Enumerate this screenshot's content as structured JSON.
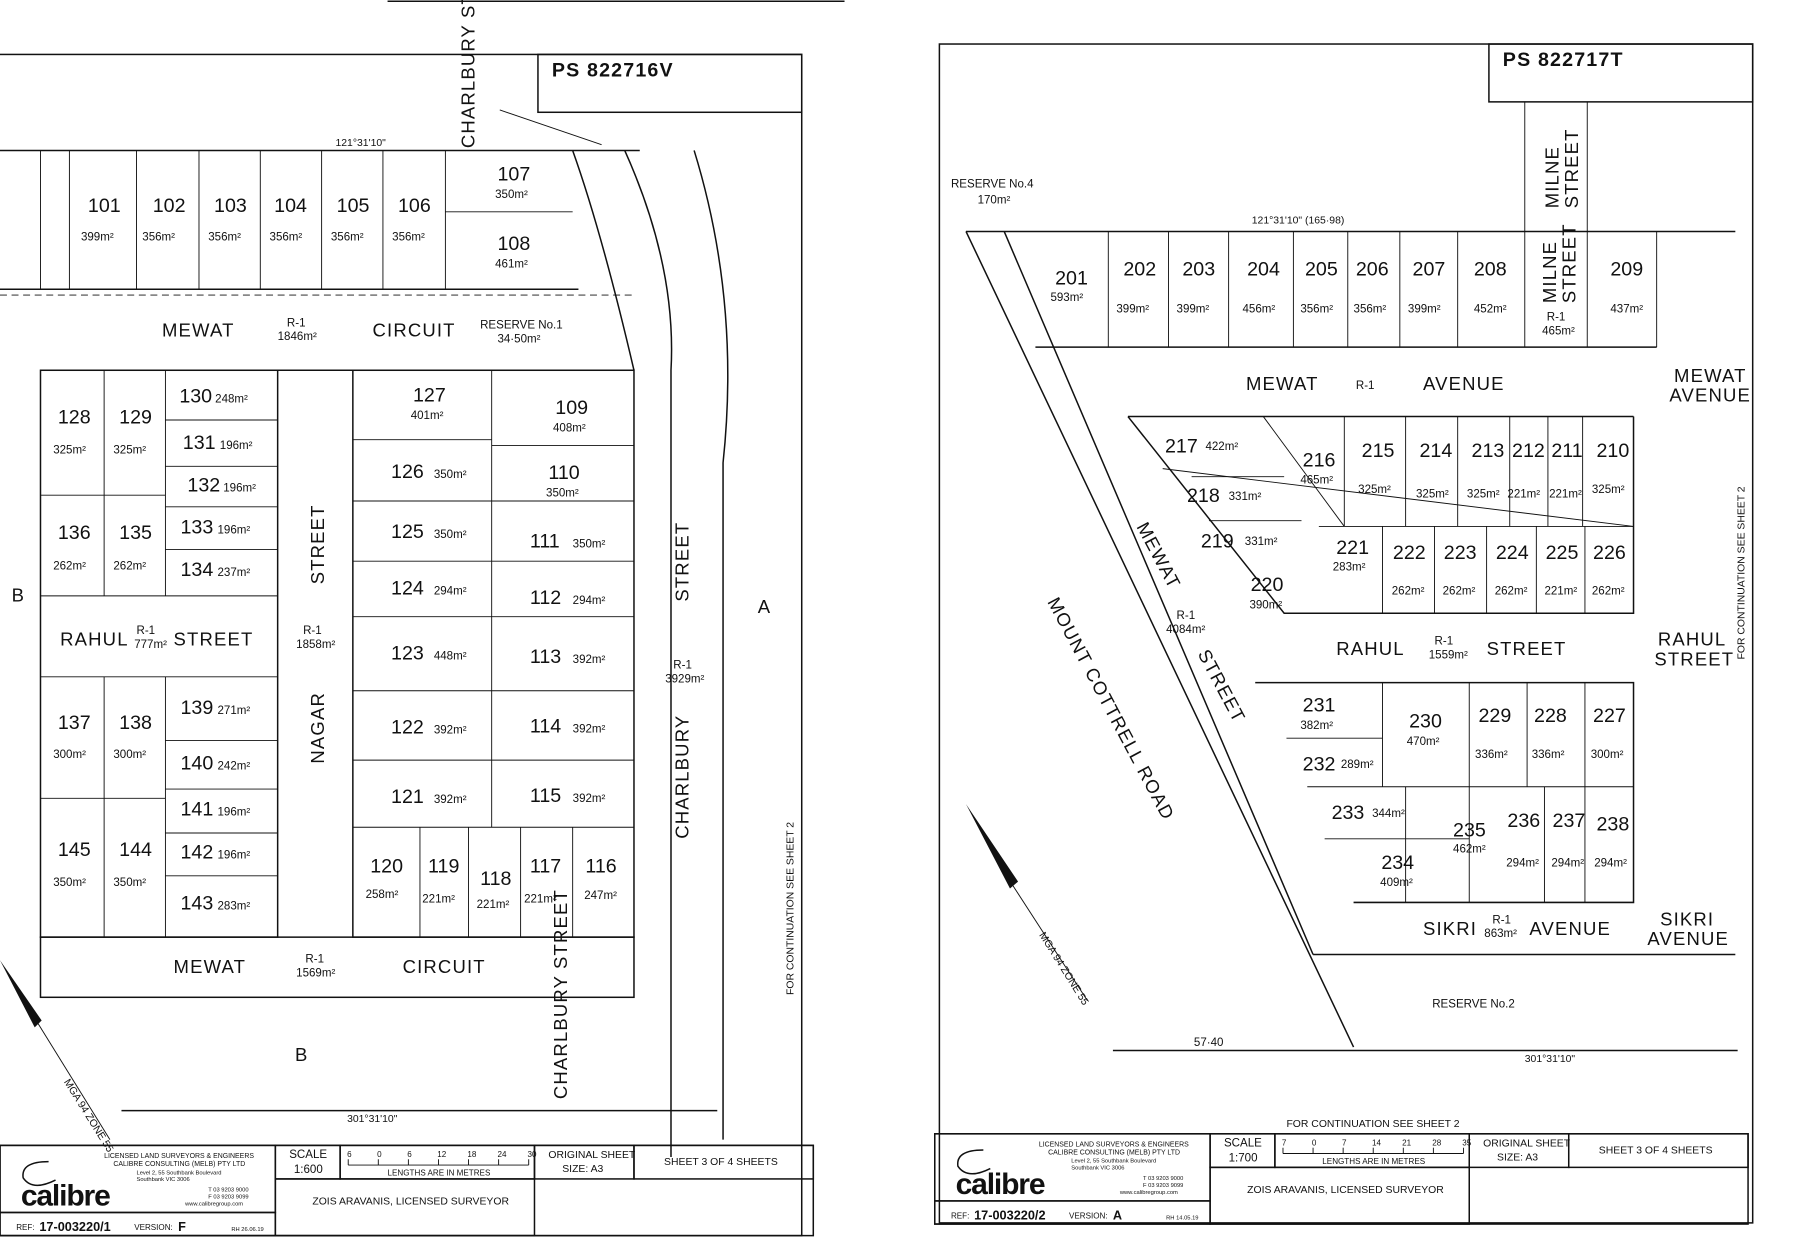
{
  "sheets": [
    {
      "plan_number": "PS 822716V",
      "bearing_top": "121°31'10\"",
      "bearing_bottom": "301°31'10\"",
      "continuation": "FOR CONTINUATION SEE SHEET 2",
      "streets": {
        "charlbury_top": "CHARLBURY STREET",
        "mewat_1": "MEWAT",
        "mewat_2": "CIRCUIT",
        "mewat_reserve": "R-1",
        "mewat_reserve_area": "1846m²",
        "reserve_1": "RESERVE No.1",
        "reserve_1_area": "34·50m²",
        "rahul_1": "RAHUL",
        "rahul_r": "R-1",
        "rahul_area": "777m²",
        "rahul_2": "STREET",
        "nagar_1": "STREET",
        "nagar_2": "NAGAR",
        "nagar_r": "R-1",
        "nagar_area": "1858m²",
        "charlbury_right": "STREET",
        "charlbury_right_2": "CHARLBURY",
        "charlbury_r": "R-1",
        "charlbury_area": "3929m²",
        "mewat_b1": "MEWAT",
        "mewat_b2": "CIRCUIT",
        "mewat_b_r": "R-1",
        "mewat_b_area": "1569m²",
        "charlbury_bottom": "CHARLBURY STREET",
        "mga": "MGA 94 ZONE 55",
        "label_a": "A",
        "label_b": "B"
      },
      "lots": [
        {
          "n": "101",
          "a": "399m²"
        },
        {
          "n": "102",
          "a": "356m²"
        },
        {
          "n": "103",
          "a": "356m²"
        },
        {
          "n": "104",
          "a": "356m²"
        },
        {
          "n": "105",
          "a": "356m²"
        },
        {
          "n": "106",
          "a": "356m²"
        },
        {
          "n": "107",
          "a": "350m²"
        },
        {
          "n": "108",
          "a": "461m²"
        },
        {
          "n": "128",
          "a": "325m²"
        },
        {
          "n": "129",
          "a": "325m²"
        },
        {
          "n": "130",
          "a": "248m²"
        },
        {
          "n": "131",
          "a": "196m²"
        },
        {
          "n": "132",
          "a": "196m²"
        },
        {
          "n": "133",
          "a": "196m²"
        },
        {
          "n": "134",
          "a": "237m²"
        },
        {
          "n": "136",
          "a": "262m²"
        },
        {
          "n": "135",
          "a": "262m²"
        },
        {
          "n": "127",
          "a": "401m²"
        },
        {
          "n": "109",
          "a": "408m²"
        },
        {
          "n": "126",
          "a": "350m²"
        },
        {
          "n": "110",
          "a": "350m²"
        },
        {
          "n": "125",
          "a": "350m²"
        },
        {
          "n": "111",
          "a": "350m²"
        },
        {
          "n": "124",
          "a": "294m²"
        },
        {
          "n": "112",
          "a": "294m²"
        },
        {
          "n": "123",
          "a": "448m²"
        },
        {
          "n": "113",
          "a": "392m²"
        },
        {
          "n": "122",
          "a": "392m²"
        },
        {
          "n": "114",
          "a": "392m²"
        },
        {
          "n": "121",
          "a": "392m²"
        },
        {
          "n": "115",
          "a": "392m²"
        },
        {
          "n": "137",
          "a": "300m²"
        },
        {
          "n": "138",
          "a": "300m²"
        },
        {
          "n": "139",
          "a": "271m²"
        },
        {
          "n": "140",
          "a": "242m²"
        },
        {
          "n": "141",
          "a": "196m²"
        },
        {
          "n": "142",
          "a": "196m²"
        },
        {
          "n": "143",
          "a": "283m²"
        },
        {
          "n": "145",
          "a": "350m²"
        },
        {
          "n": "144",
          "a": "350m²"
        },
        {
          "n": "120",
          "a": "258m²"
        },
        {
          "n": "119",
          "a": "221m²"
        },
        {
          "n": "118",
          "a": "221m²"
        },
        {
          "n": "117",
          "a": "221m²"
        },
        {
          "n": "116",
          "a": "247m²"
        }
      ],
      "title_block": {
        "firm_1": "LICENSED LAND SURVEYORS & ENGINEERS",
        "firm_2": "CALIBRE CONSULTING (MELB) PTY LTD",
        "addr_1": "Level 2, 55 Southbank Boulevard",
        "addr_2": "Southbank VIC 3006",
        "phone": "T 03 9203 9000",
        "fax": "F 03 9203 9099",
        "web": "www.calibregroup.com",
        "logo": "calibre",
        "scale_label": "SCALE",
        "scale": "1:600",
        "scale_ticks": [
          "6",
          "0",
          "6",
          "12",
          "18",
          "24",
          "30"
        ],
        "lengths": "LENGTHS ARE IN METRES",
        "orig_1": "ORIGINAL SHEET",
        "orig_2": "SIZE: A3",
        "sheet": "SHEET 3 OF 4 SHEETS",
        "surveyor": "ZOIS ARAVANIS, LICENSED SURVEYOR",
        "ref_label": "REF:",
        "ref": "17-003220/1",
        "version_label": "VERSION:",
        "version": "F",
        "initials": "RH 26.06.19"
      }
    },
    {
      "plan_number": "PS 822717T",
      "bearing_top": "121°31'10\"  (165·98)",
      "bearing_bottom": "301°31'10\"",
      "continuation_side": "FOR CONTINUATION SEE SHEET 2",
      "continuation_bottom": "FOR CONTINUATION SEE SHEET 2",
      "streets": {
        "reserve_4": "RESERVE No.4",
        "reserve_4_area": "170m²",
        "milne_1": "MILNE",
        "milne_2": "STREET",
        "milne_low_1": "MILNE",
        "milne_low_2": "STREET",
        "milne_r": "R-1",
        "milne_area": "465m²",
        "mewat_1": "MEWAT",
        "mewat_r": "R-1",
        "mewat_2": "AVENUE",
        "mewat_side_1": "MEWAT",
        "mewat_side_2": "AVENUE",
        "mewat_st_1": "MEWAT",
        "mewat_st_2": "STREET",
        "mewat_st_r": "R-1",
        "mewat_st_area": "4084m²",
        "mount_cottrell": "MOUNT COTTRELL ROAD",
        "rahul_1": "RAHUL",
        "rahul_r": "R-1",
        "rahul_area": "1559m²",
        "rahul_2": "STREET",
        "rahul_side_1": "RAHUL",
        "rahul_side_2": "STREET",
        "sikri_1": "SIKRI",
        "sikri_r": "R-1",
        "sikri_area": "863m²",
        "sikri_2": "AVENUE",
        "sikri_side_1": "SIKRI",
        "sikri_side_2": "AVENUE",
        "reserve_2": "RESERVE No.2",
        "dim_bottom": "57·40",
        "mga": "MGA 94 ZONE 55"
      },
      "lots": [
        {
          "n": "201",
          "a": "593m²"
        },
        {
          "n": "202",
          "a": "399m²"
        },
        {
          "n": "203",
          "a": "399m²"
        },
        {
          "n": "204",
          "a": "456m²"
        },
        {
          "n": "205",
          "a": "356m²"
        },
        {
          "n": "206",
          "a": "356m²"
        },
        {
          "n": "207",
          "a": "399m²"
        },
        {
          "n": "208",
          "a": "452m²"
        },
        {
          "n": "209",
          "a": "437m²"
        },
        {
          "n": "217",
          "a": "422m²"
        },
        {
          "n": "216",
          "a": "465m²"
        },
        {
          "n": "215",
          "a": "325m²"
        },
        {
          "n": "214",
          "a": "325m²"
        },
        {
          "n": "213",
          "a": "325m²"
        },
        {
          "n": "212",
          "a": "221m²"
        },
        {
          "n": "211",
          "a": "221m²"
        },
        {
          "n": "210",
          "a": "325m²"
        },
        {
          "n": "218",
          "a": "331m²"
        },
        {
          "n": "219",
          "a": "331m²"
        },
        {
          "n": "220",
          "a": "390m²"
        },
        {
          "n": "221",
          "a": "283m²"
        },
        {
          "n": "222",
          "a": "262m²"
        },
        {
          "n": "223",
          "a": "262m²"
        },
        {
          "n": "224",
          "a": "262m²"
        },
        {
          "n": "225",
          "a": "221m²"
        },
        {
          "n": "226",
          "a": "262m²"
        },
        {
          "n": "231",
          "a": "382m²"
        },
        {
          "n": "230",
          "a": "470m²"
        },
        {
          "n": "229",
          "a": "336m²"
        },
        {
          "n": "228",
          "a": "336m²"
        },
        {
          "n": "227",
          "a": "300m²"
        },
        {
          "n": "232",
          "a": "289m²"
        },
        {
          "n": "233",
          "a": "344m²"
        },
        {
          "n": "235",
          "a": "462m²"
        },
        {
          "n": "236",
          "a": "294m²"
        },
        {
          "n": "237",
          "a": "294m²"
        },
        {
          "n": "238",
          "a": "294m²"
        },
        {
          "n": "234",
          "a": "409m²"
        }
      ],
      "title_block": {
        "firm_1": "LICENSED LAND SURVEYORS & ENGINEERS",
        "firm_2": "CALIBRE CONSULTING (MELB) PTY LTD",
        "addr_1": "Level 2, 55 Southbank Boulevard",
        "addr_2": "Southbank VIC 3006",
        "phone": "T 03 9203 9000",
        "fax": "F 03 9203 9099",
        "web": "www.calibregroup.com",
        "logo": "calibre",
        "scale_label": "SCALE",
        "scale": "1:700",
        "scale_ticks": [
          "7",
          "0",
          "7",
          "14",
          "21",
          "28",
          "35"
        ],
        "lengths": "LENGTHS ARE IN METRES",
        "orig_1": "ORIGINAL SHEET",
        "orig_2": "SIZE: A3",
        "sheet": "SHEET 3 OF 4 SHEETS",
        "surveyor": "ZOIS ARAVANIS, LICENSED SURVEYOR",
        "ref_label": "REF:",
        "ref": "17-003220/2",
        "version_label": "VERSION:",
        "version": "A",
        "initials": "RH 14.05.19"
      }
    }
  ]
}
